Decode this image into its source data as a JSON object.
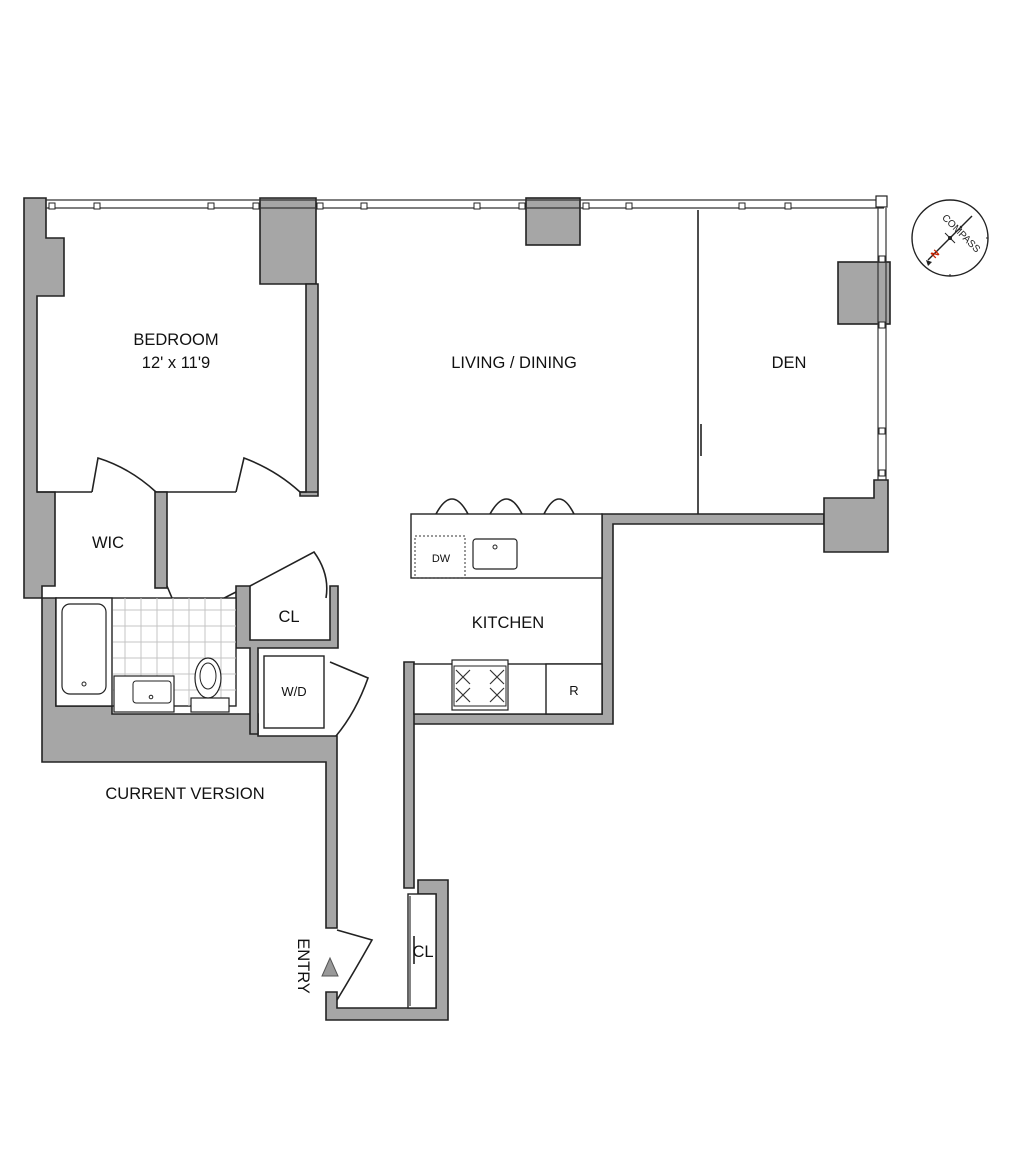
{
  "rooms": {
    "bedroom": {
      "name": "BEDROOM",
      "dimensions": "12' x 11'9"
    },
    "living_dining": {
      "name": "LIVING / DINING"
    },
    "den": {
      "name": "DEN"
    },
    "wic": {
      "name": "WIC"
    },
    "closet_bath": {
      "name": "CL"
    },
    "washer_dryer": {
      "name": "W/D"
    },
    "kitchen": {
      "name": "KITCHEN"
    },
    "dishwasher": {
      "name": "DW"
    },
    "refrigerator": {
      "name": "R"
    },
    "closet_entry": {
      "name": "CL"
    },
    "entry": {
      "name": "ENTRY"
    }
  },
  "caption": "CURRENT VERSION",
  "compass": {
    "label": "COMPASS",
    "north_label": "N"
  },
  "colors": {
    "wall_fill": "#a6a6a6",
    "line": "#222222",
    "north_marker": "#cc2200"
  }
}
